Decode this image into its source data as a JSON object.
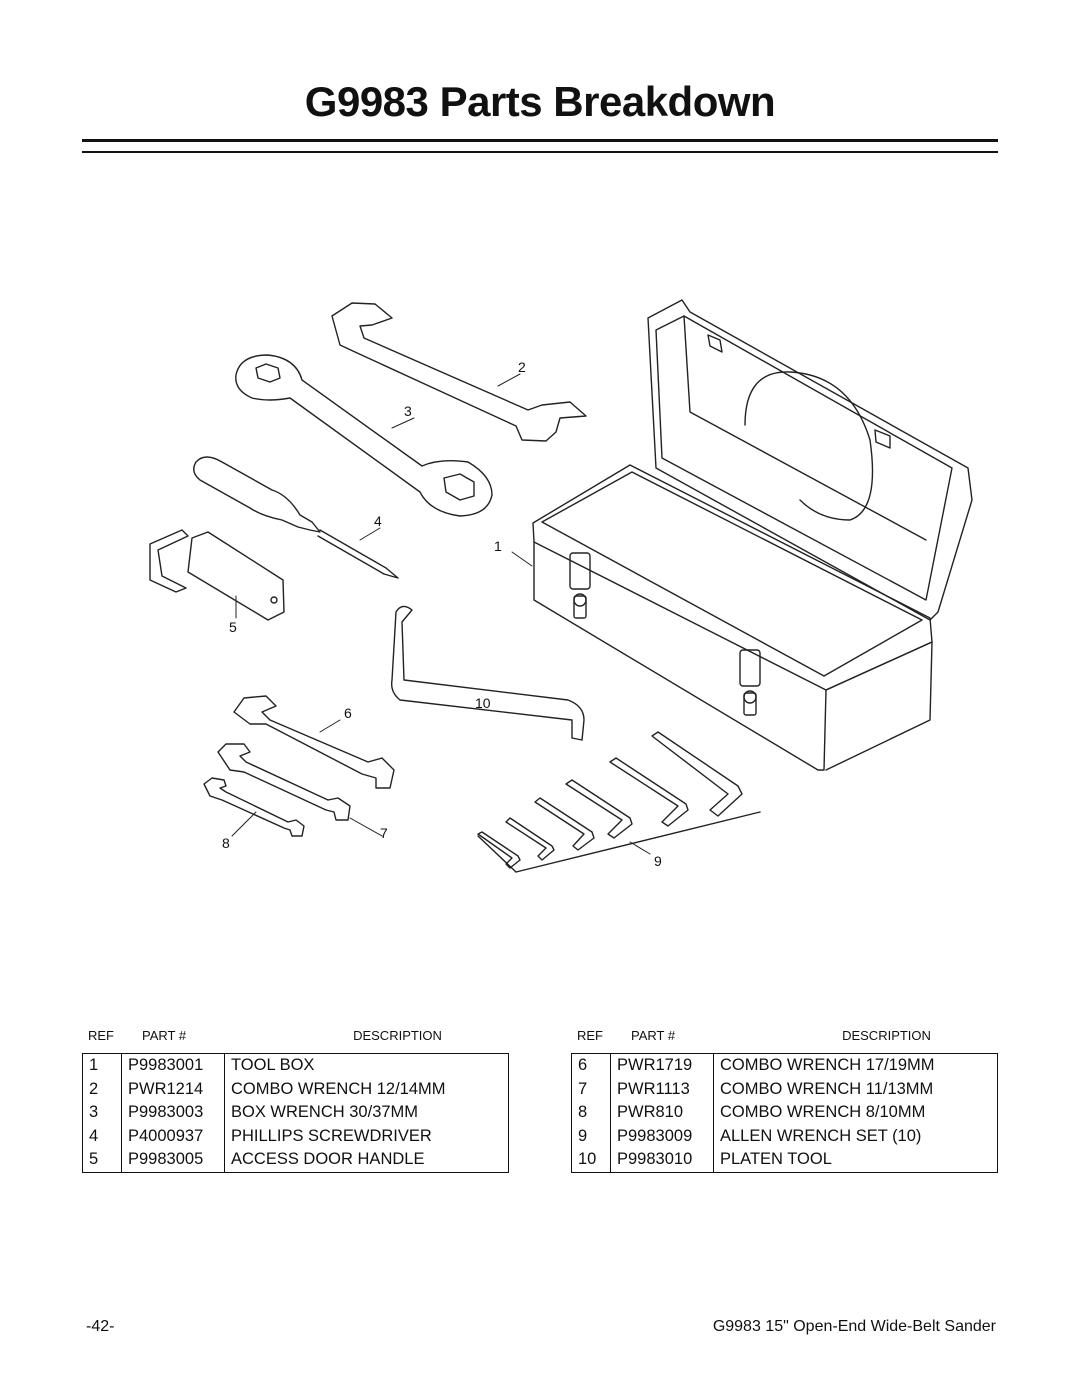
{
  "page": {
    "title": "G9983 Parts Breakdown",
    "page_number": "-42-",
    "footer_title": "G9983 15\" Open-End Wide-Belt Sander"
  },
  "diagram": {
    "callouts": [
      "1",
      "2",
      "3",
      "4",
      "5",
      "6",
      "7",
      "8",
      "9",
      "10"
    ]
  },
  "table_headers": {
    "ref": "REF",
    "part": "PART #",
    "description": "DESCRIPTION"
  },
  "parts_left": [
    {
      "ref": "1",
      "part": "P9983001",
      "description": "TOOL BOX"
    },
    {
      "ref": "2",
      "part": "PWR1214",
      "description": "COMBO WRENCH 12/14MM"
    },
    {
      "ref": "3",
      "part": "P9983003",
      "description": "BOX WRENCH 30/37MM"
    },
    {
      "ref": "4",
      "part": "P4000937",
      "description": "PHILLIPS SCREWDRIVER"
    },
    {
      "ref": "5",
      "part": "P9983005",
      "description": "ACCESS DOOR HANDLE"
    }
  ],
  "parts_right": [
    {
      "ref": "6",
      "part": "PWR1719",
      "description": "COMBO WRENCH 17/19MM"
    },
    {
      "ref": "7",
      "part": "PWR1113",
      "description": "COMBO WRENCH 11/13MM"
    },
    {
      "ref": "8",
      "part": "PWR810",
      "description": "COMBO WRENCH 8/10MM"
    },
    {
      "ref": "9",
      "part": "P9983009",
      "description": "ALLEN WRENCH SET (10)"
    },
    {
      "ref": "10",
      "part": "P9983010",
      "description": "PLATEN TOOL"
    }
  ]
}
